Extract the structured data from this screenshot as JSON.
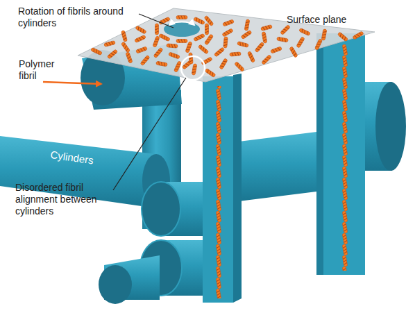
{
  "diagram": {
    "labels": [
      "Rotation of fibrils around cylinders",
      "Surface plane",
      "Polymer fibril",
      "Cylinders",
      "Disordered fibril alignment between cylinders"
    ]
  }
}
